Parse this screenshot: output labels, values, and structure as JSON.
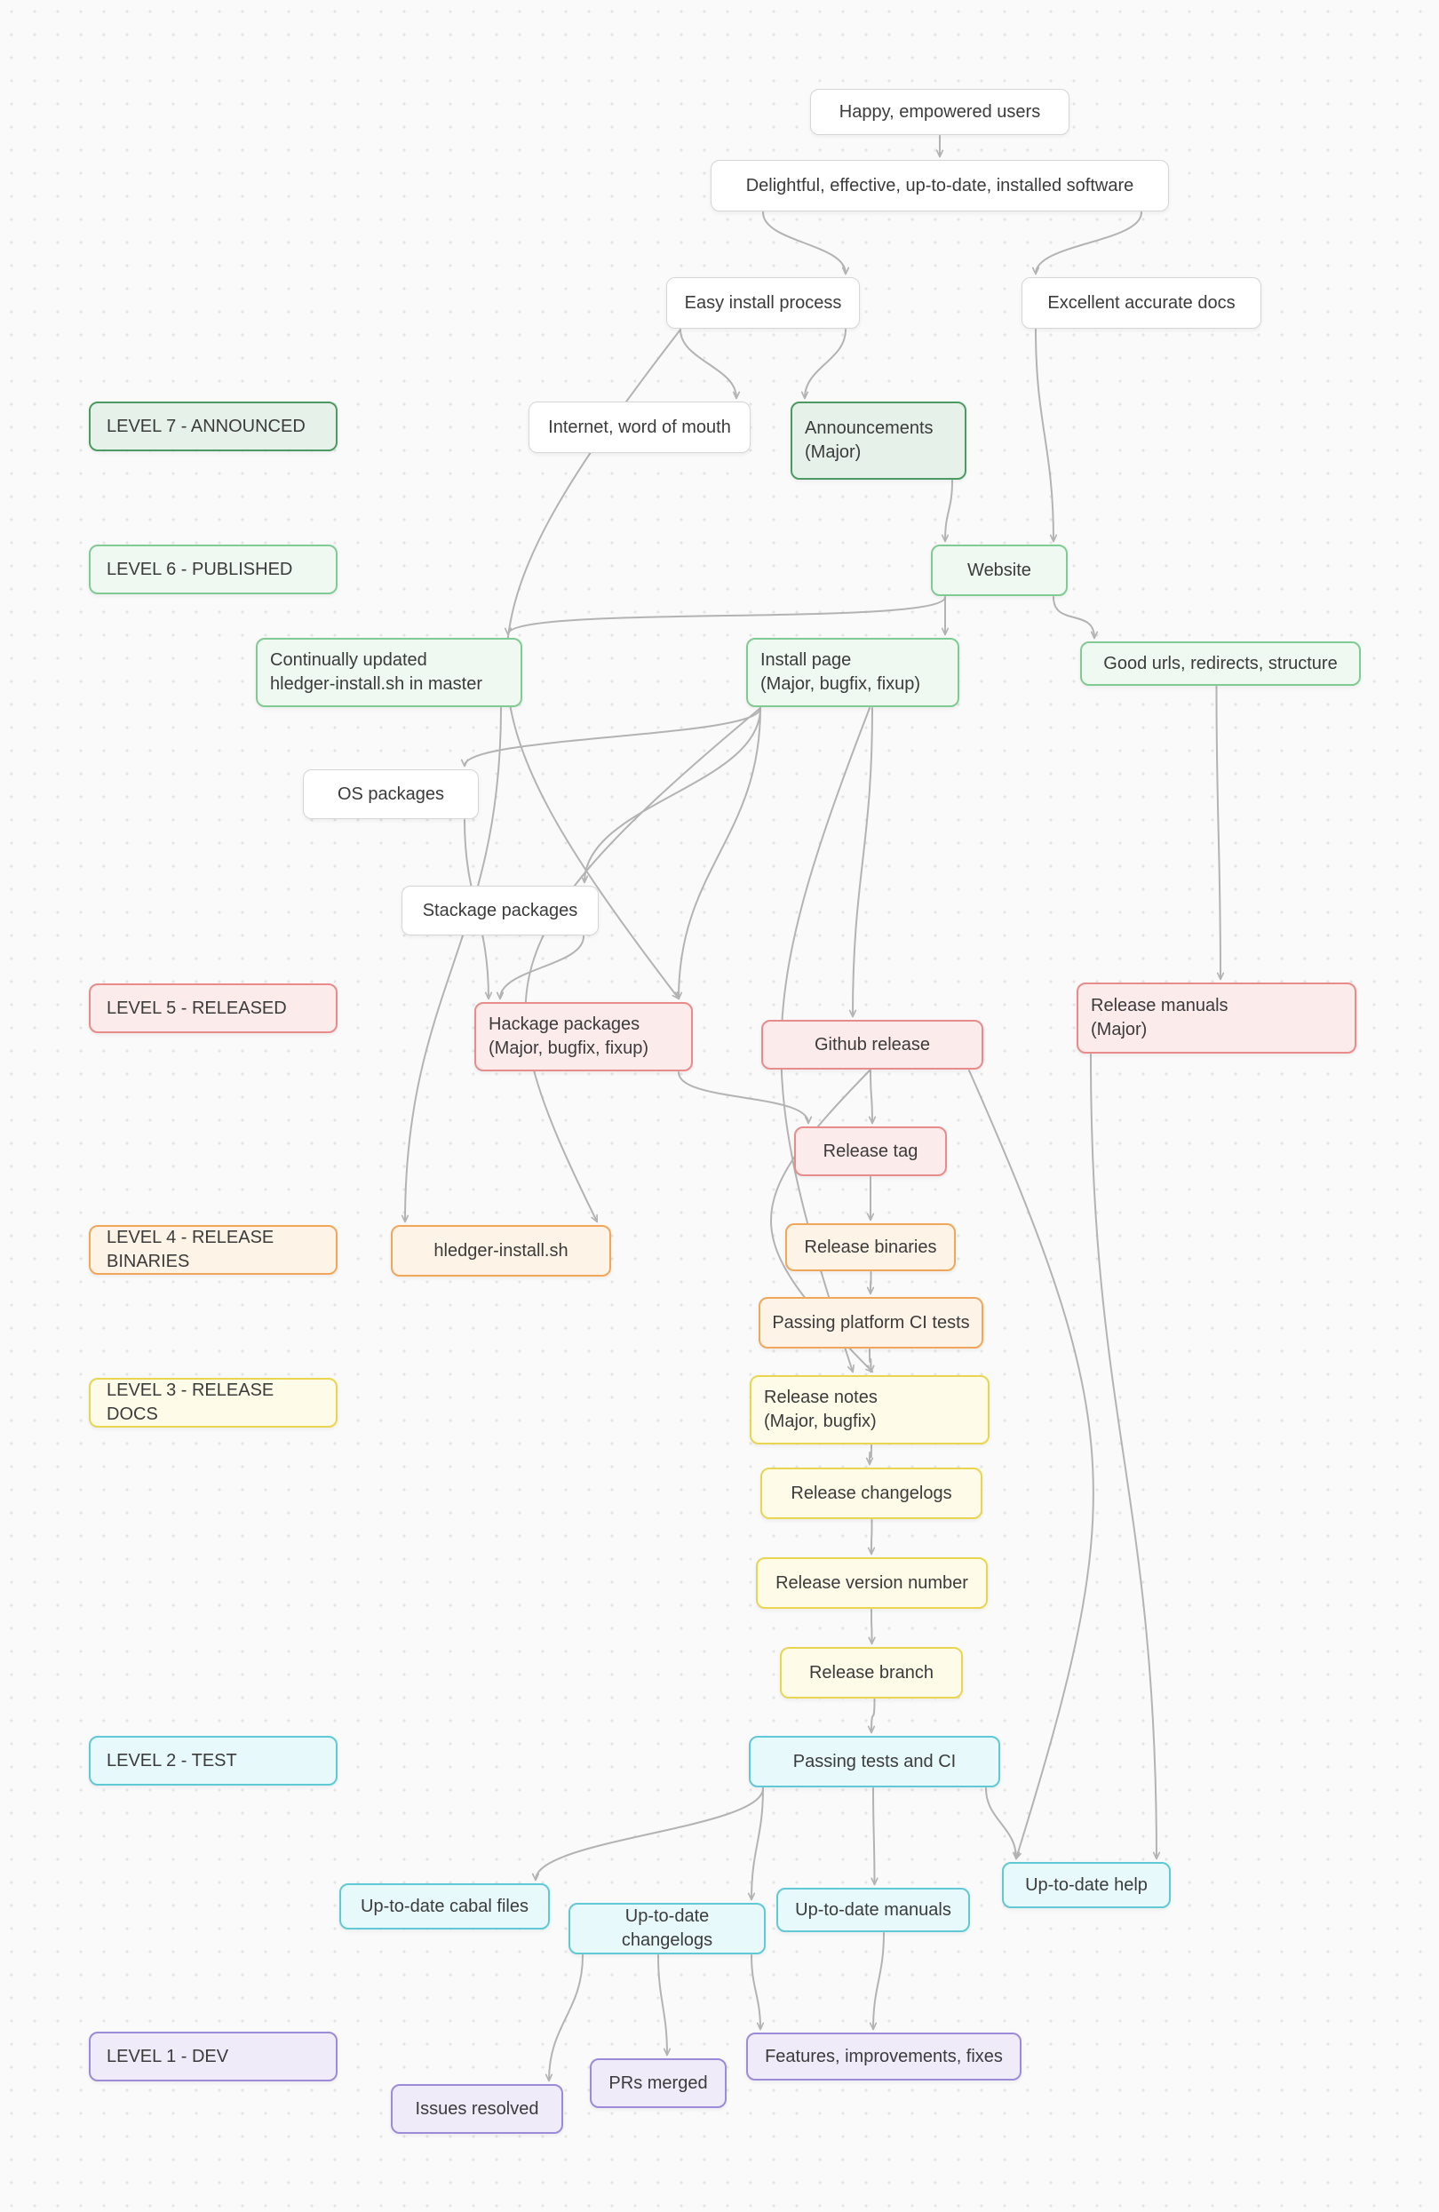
{
  "diagram": {
    "edge_color": "#B3B3B3",
    "levels": {
      "plain": {
        "border": "#D6D6D6",
        "bg": "#FFFFFF"
      },
      "announced": {
        "border": "#4C9A63",
        "bg": "#E6F2E9"
      },
      "published": {
        "border": "#80CB94",
        "bg": "#EFF9F1"
      },
      "released": {
        "border": "#E98B8B",
        "bg": "#FCEBEB"
      },
      "binaries": {
        "border": "#F2A65A",
        "bg": "#FDF4E7"
      },
      "docs": {
        "border": "#E9D54F",
        "bg": "#FEFBE9"
      },
      "test": {
        "border": "#5FC9D6",
        "bg": "#E8F9FB"
      },
      "dev": {
        "border": "#9C8BD8",
        "bg": "#EFEBF9"
      }
    },
    "level_labels": {
      "l7": "LEVEL 7 - ANNOUNCED",
      "l6": "LEVEL 6 - PUBLISHED",
      "l5": "LEVEL 5 - RELEASED",
      "l4": "LEVEL 4 - RELEASE BINARIES",
      "l3": "LEVEL 3 - RELEASE DOCS",
      "l2": "LEVEL 2 - TEST",
      "l1": "LEVEL 1 - DEV"
    },
    "nodes": {
      "happy": "Happy, empowered users",
      "delightful": "Delightful, effective, up-to-date, installed software",
      "easy_install": "Easy install process",
      "excellent_docs": "Excellent accurate docs",
      "internet": "Internet, word of mouth",
      "announcements": "Announcements\n(Major)",
      "website": "Website",
      "continually_updated": "Continually updated\nhledger-install.sh in master",
      "install_page": "Install page\n(Major, bugfix, fixup)",
      "good_urls": "Good urls, redirects, structure",
      "os_packages": "OS packages",
      "stackage_packages": "Stackage packages",
      "hackage_packages": "Hackage packages\n(Major, bugfix, fixup)",
      "github_release": "Github release",
      "release_manuals": "Release manuals\n(Major)",
      "release_tag": "Release tag",
      "hledger_install": "hledger-install.sh",
      "release_binaries": "Release binaries",
      "passing_platform_ci": "Passing platform CI tests",
      "release_notes": "Release notes\n(Major, bugfix)",
      "release_changelogs": "Release changelogs",
      "release_version": "Release version number",
      "release_branch": "Release branch",
      "passing_tests_ci": "Passing tests and CI",
      "cabal_files": "Up-to-date cabal files",
      "utd_changelogs": "Up-to-date changelogs",
      "utd_manuals": "Up-to-date manuals",
      "utd_help": "Up-to-date help",
      "features": "Features, improvements, fixes",
      "prs_merged": "PRs merged",
      "issues_resolved": "Issues resolved"
    },
    "edges": [
      {
        "from": "happy",
        "to": "delightful"
      },
      {
        "from": "delightful",
        "to": "easy_install"
      },
      {
        "from": "delightful",
        "to": "excellent_docs"
      },
      {
        "from": "easy_install",
        "to": "internet"
      },
      {
        "from": "easy_install",
        "to": "announcements"
      },
      {
        "from": "announcements",
        "to": "website"
      },
      {
        "from": "excellent_docs",
        "to": "website"
      },
      {
        "from": "website",
        "to": "install_page"
      },
      {
        "from": "website",
        "to": "good_urls"
      },
      {
        "from": "website",
        "to": "continually_updated"
      },
      {
        "from": "good_urls",
        "to": "release_manuals"
      },
      {
        "from": "install_page",
        "to": "os_packages"
      },
      {
        "from": "install_page",
        "to": "stackage_packages"
      },
      {
        "from": "install_page",
        "to": "hackage_packages"
      },
      {
        "from": "install_page",
        "to": "github_release"
      },
      {
        "from": "install_page",
        "to": "release_notes",
        "bow": -120
      },
      {
        "from": "install_page",
        "to": "hledger_install",
        "bow": -220
      },
      {
        "from": "continually_updated",
        "to": "hledger_install"
      },
      {
        "from": "easy_install",
        "to": "hackage_packages",
        "bow": -260
      },
      {
        "from": "os_packages",
        "to": "hackage_packages"
      },
      {
        "from": "stackage_packages",
        "to": "hackage_packages"
      },
      {
        "from": "github_release",
        "to": "release_tag"
      },
      {
        "from": "hackage_packages",
        "to": "release_tag"
      },
      {
        "from": "release_tag",
        "to": "release_binaries"
      },
      {
        "from": "github_release",
        "to": "release_notes",
        "bow": -150
      },
      {
        "from": "github_release",
        "to": "utd_help",
        "bow": 150
      },
      {
        "from": "release_manuals",
        "to": "utd_help"
      },
      {
        "from": "release_binaries",
        "to": "passing_platform_ci"
      },
      {
        "from": "passing_platform_ci",
        "to": "release_notes"
      },
      {
        "from": "release_notes",
        "to": "release_changelogs"
      },
      {
        "from": "release_changelogs",
        "to": "release_version"
      },
      {
        "from": "release_version",
        "to": "release_branch"
      },
      {
        "from": "release_branch",
        "to": "passing_tests_ci"
      },
      {
        "from": "passing_tests_ci",
        "to": "cabal_files"
      },
      {
        "from": "passing_tests_ci",
        "to": "utd_changelogs"
      },
      {
        "from": "passing_tests_ci",
        "to": "utd_manuals"
      },
      {
        "from": "passing_tests_ci",
        "to": "utd_help"
      },
      {
        "from": "utd_changelogs",
        "to": "issues_resolved"
      },
      {
        "from": "utd_changelogs",
        "to": "prs_merged"
      },
      {
        "from": "utd_changelogs",
        "to": "features"
      },
      {
        "from": "utd_manuals",
        "to": "features"
      }
    ]
  }
}
